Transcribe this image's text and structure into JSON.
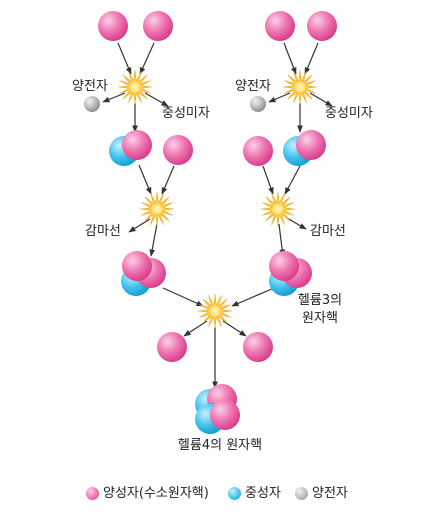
{
  "labels": {
    "positron_left": "양전자",
    "neutrino_left": "중성미자",
    "positron_right": "양전자",
    "neutrino_right": "중성미자",
    "gamma_left": "감마선",
    "gamma_right": "감마선",
    "helium3_line1": "헬륨3의",
    "helium3_line2": "원자핵",
    "helium4": "헬륨4의 원자핵"
  },
  "legend": {
    "proton": "양성자(수소원자핵)",
    "neutron": "중성자",
    "positron": "양전자"
  },
  "colors": {
    "proton": "#e8559b",
    "neutron": "#27b8e6",
    "positron": "#b0b0b0",
    "flash": "#f2a81d",
    "arrow": "#333333"
  }
}
